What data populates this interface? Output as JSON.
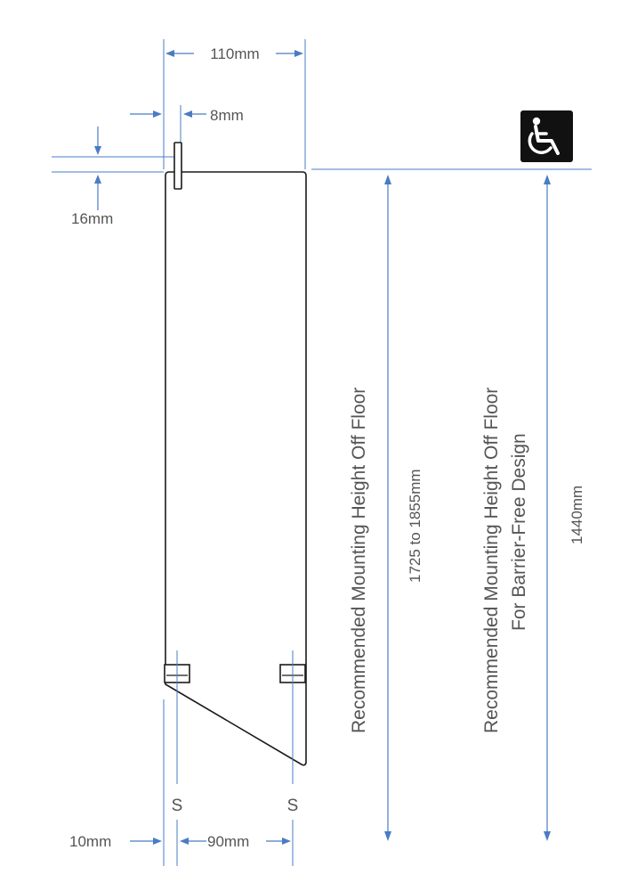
{
  "dimensions": {
    "width_total": "110mm",
    "pin_offset": "8mm",
    "top_gap": "16mm",
    "left_offset": "10mm",
    "slot_spacing": "90mm",
    "slot_left_label": "S",
    "slot_right_label": "S"
  },
  "mounting": {
    "standard_label_line1": "Recommended Mounting Height Off Floor",
    "standard_value": "1725 to 1855mm",
    "barrier_free_label_line1": "Recommended Mounting Height Off Floor",
    "barrier_free_label_line2": "For Barrier-Free Design",
    "barrier_free_value": "1440mm"
  },
  "icons": {
    "accessibility": "wheelchair-icon"
  },
  "colors": {
    "dimension_lines": "#4a7cc4",
    "text": "#555555",
    "outline": "#1a1a1a",
    "icon_background": "#111111"
  }
}
